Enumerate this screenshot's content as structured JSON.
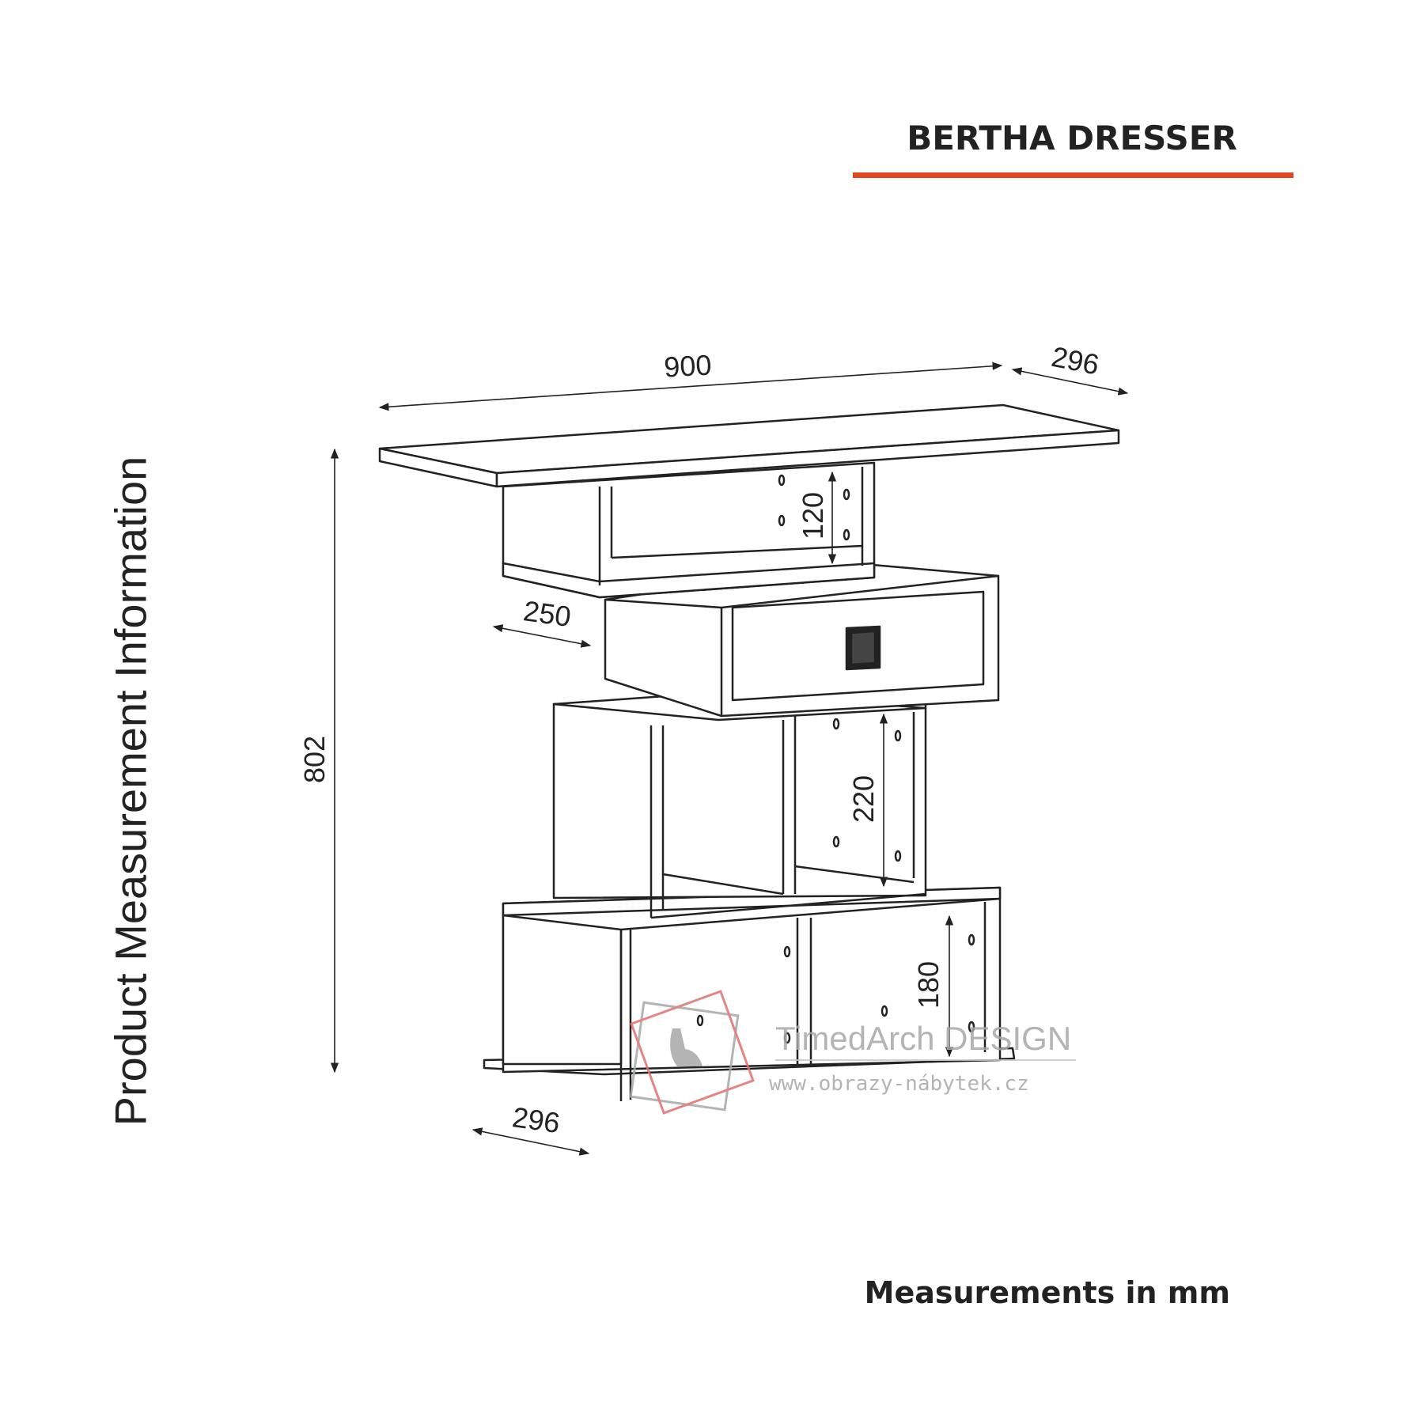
{
  "title": "BERTHA DRESSER",
  "side_label": "Product Measurement Information",
  "units_note": "Measurements in mm",
  "dimensions": {
    "width": "900",
    "depth_top": "296",
    "height": "802",
    "depth_drawer": "250",
    "depth_bottom": "296",
    "shelf_top": "120",
    "shelf_middle": "220",
    "shelf_bottom": "180"
  },
  "watermark": {
    "brand": "TimedArch DESIGN",
    "url": "www.obrazy-nábytek.cz"
  },
  "colors": {
    "accent": "#e0471f",
    "line": "#222222",
    "watermark_red": "#e07070",
    "watermark_grey": "#a8a8a8"
  }
}
